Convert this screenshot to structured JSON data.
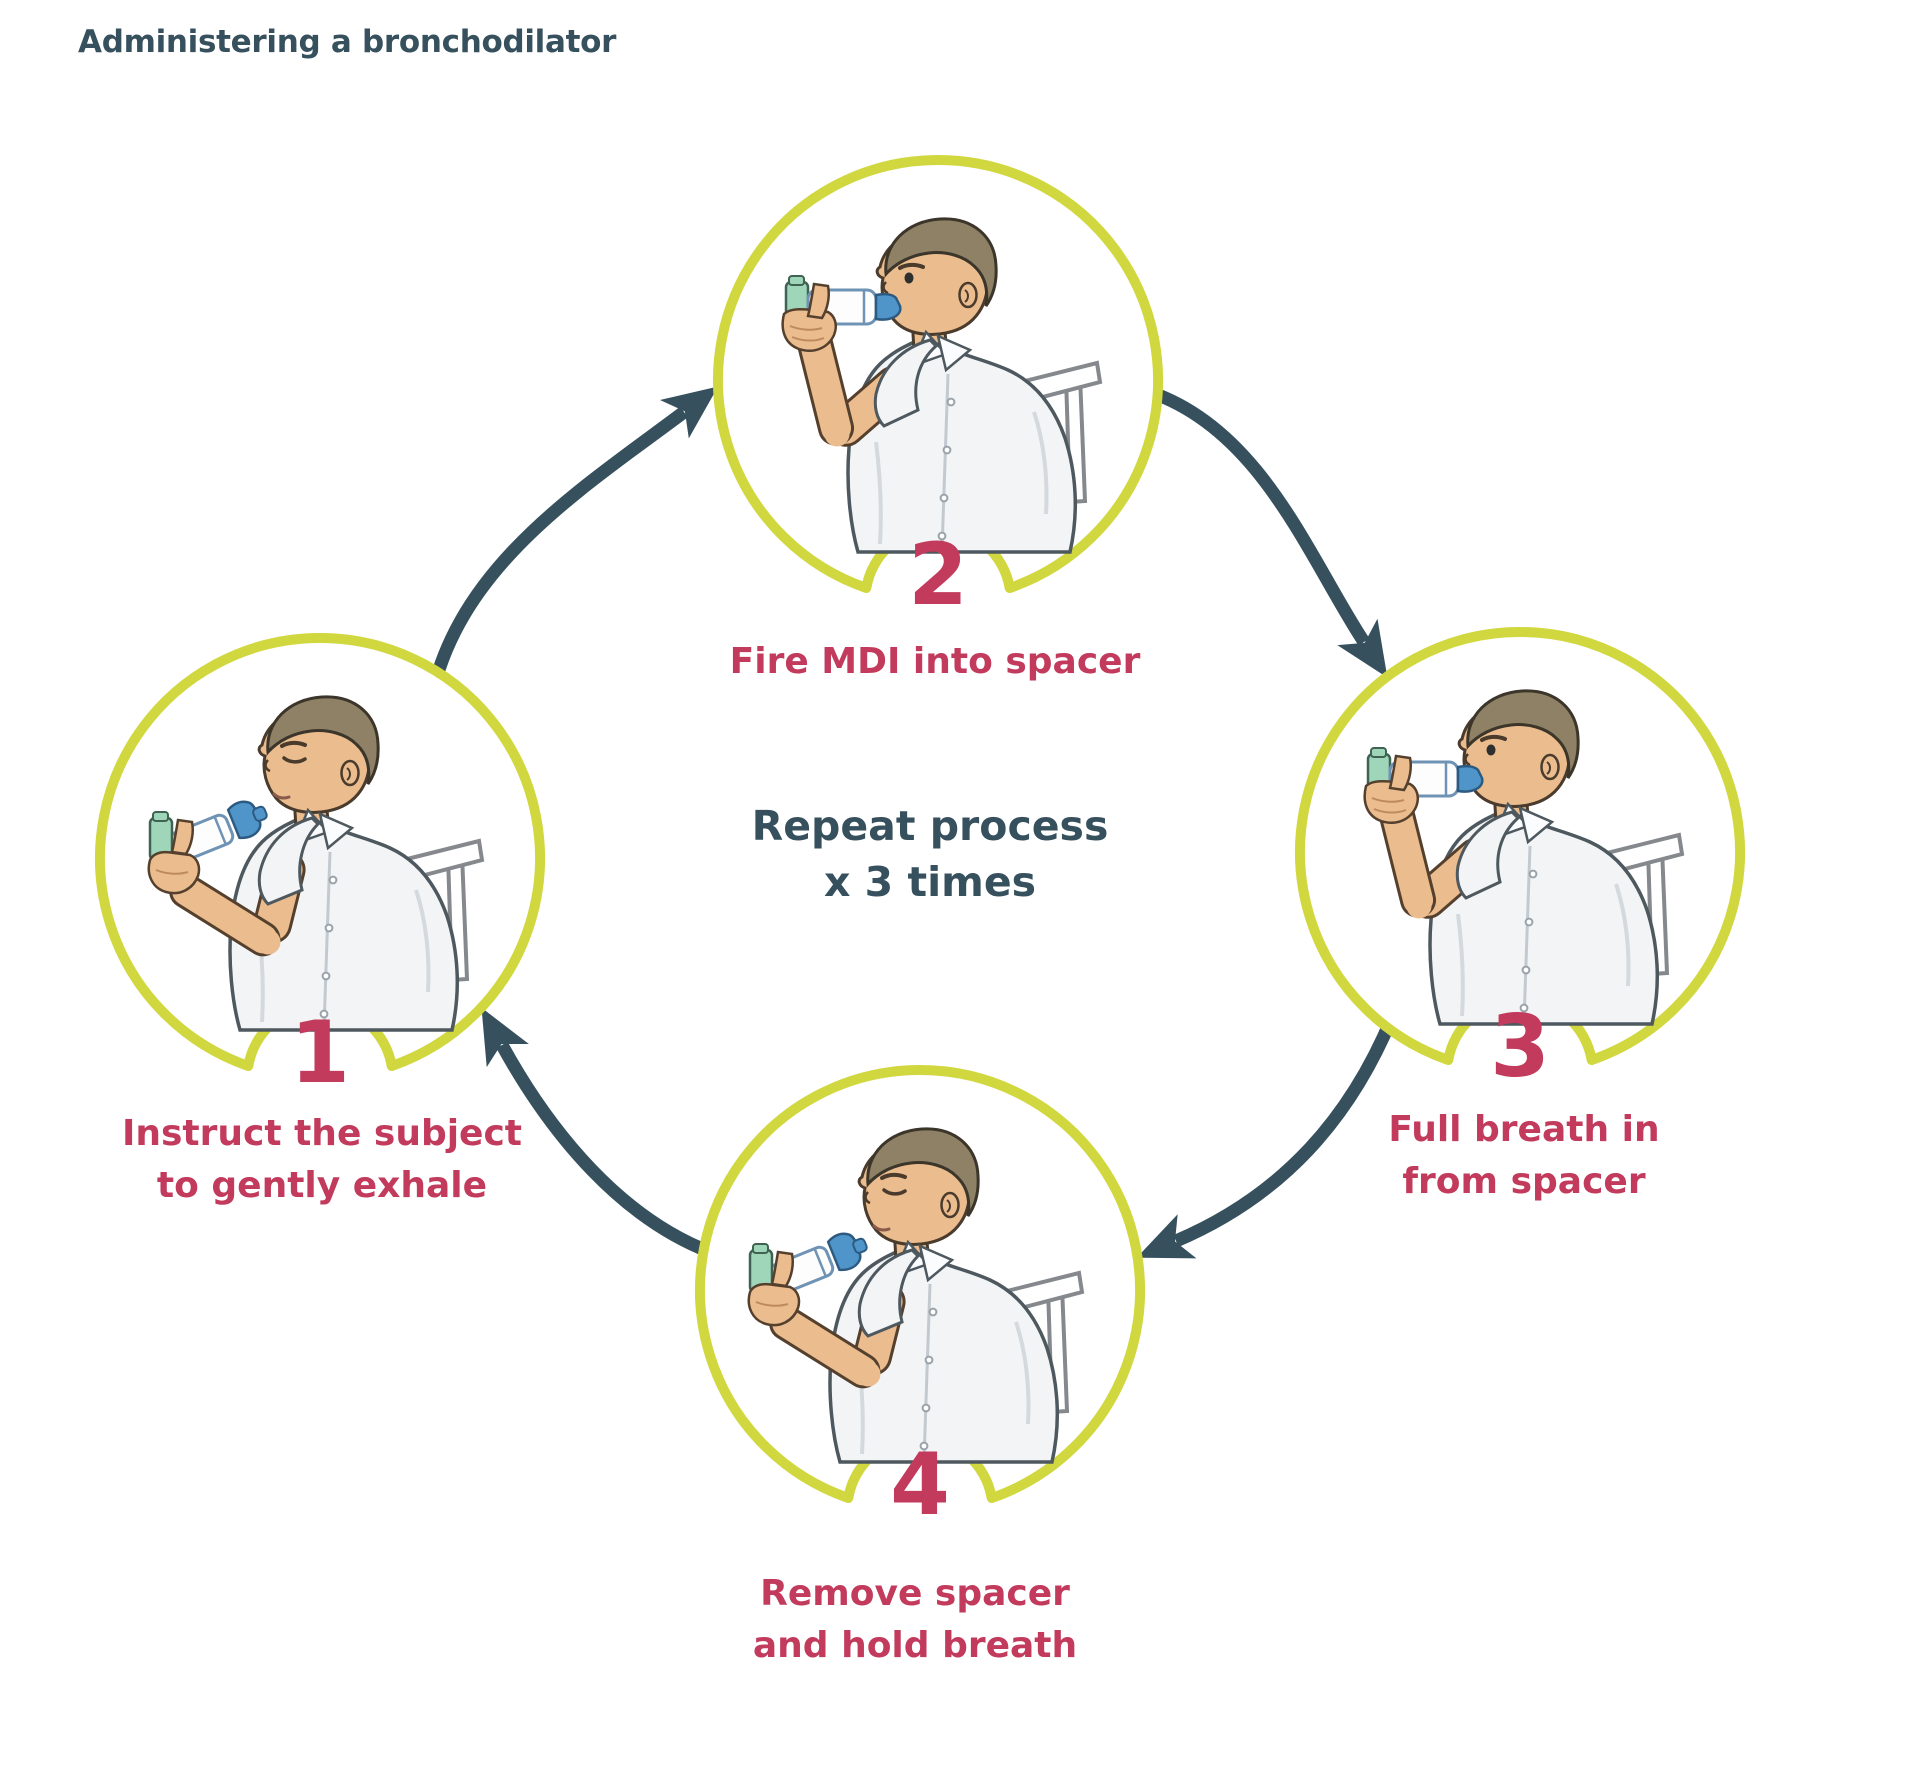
{
  "title": "Administering a bronchodilator",
  "center_note": {
    "line1": "Repeat process",
    "line2": "x 3 times"
  },
  "steps": [
    {
      "number": "1",
      "caption": "Instruct the subject\nto gently exhale"
    },
    {
      "number": "2",
      "caption": "Fire MDI into spacer"
    },
    {
      "number": "3",
      "caption": "Full breath in\nfrom spacer"
    },
    {
      "number": "4",
      "caption": "Remove spacer\nand hold breath"
    }
  ],
  "illustrations": {
    "step1": "man-seated-holding-spacer-away-exhaling",
    "step2": "man-seated-inhaler-spacer-at-mouth",
    "step3": "man-seated-inhaler-spacer-at-mouth",
    "step4": "man-seated-holding-spacer-away-holding-breath"
  },
  "colors": {
    "ring": "#d1d83f",
    "arrow": "#36505e",
    "step_text": "#c23a5c",
    "heading_text": "#36505e",
    "skin": "#eabc8e",
    "hair": "#8e8166",
    "shirt": "#f2f4f6",
    "canister": "#9fd6b9",
    "mouthpiece": "#5095ca"
  }
}
